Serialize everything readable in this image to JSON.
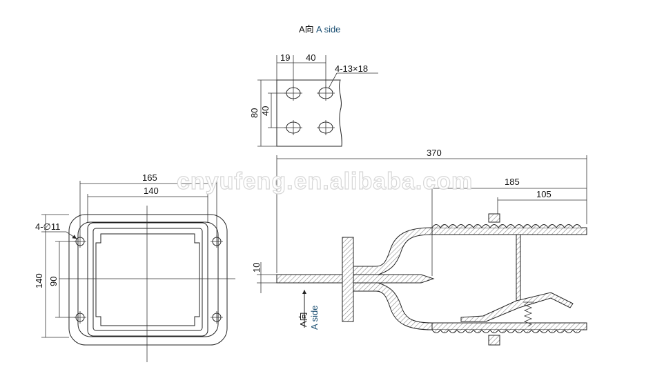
{
  "colors": {
    "line": "#222222",
    "label_blue": "#1b4f72",
    "hatch": "#8a8a8a",
    "watermark": "#d7d7d7"
  },
  "labels": {
    "view_top": "A向",
    "view_top_en": "A side",
    "view_side": "A向",
    "view_side_en": "A side",
    "watermark": "cnyufeng.en.alibaba.com"
  },
  "dimensions": {
    "hole_offset": "19",
    "hole_spacing_h": "40",
    "slot_holes": "4-13×18",
    "plate_height": "80",
    "hole_spacing_v": "40",
    "overall_length": "370",
    "length_185": "185",
    "length_105": "105",
    "flange_outer_width": "165",
    "flange_inner_width": "140",
    "round_holes": "4-∅11",
    "flange_height": "140",
    "hole_spacing_90": "90",
    "stem_thickness": "10"
  }
}
